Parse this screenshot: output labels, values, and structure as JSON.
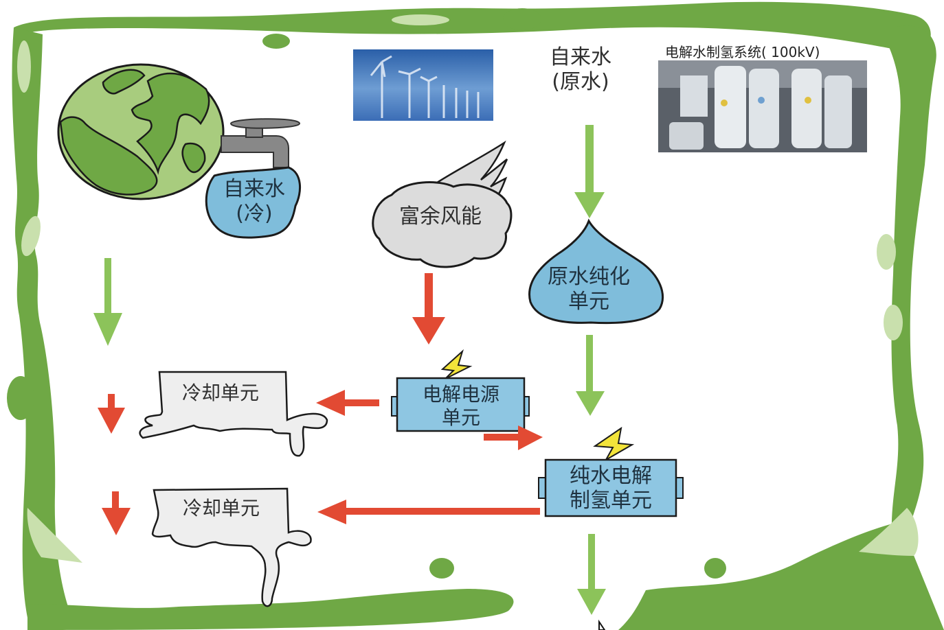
{
  "diagram": {
    "colors": {
      "frame_green": "#6fa845",
      "frame_highlight": "#c9e0ad",
      "flow_green": "#8cc35a",
      "flow_red": "#e24a33",
      "unit_blue": "#8ec6e2",
      "cloud_gray": "#dedede",
      "cooling_gray": "#eeeeee",
      "bolt_yellow": "#f3e43a"
    },
    "tap_water_source": {
      "line1": "自来水",
      "line2": "(冷)"
    },
    "wind_photo": {
      "alt": "wind-farm-photo"
    },
    "surplus_wind": {
      "label": "富余风能"
    },
    "raw_water": {
      "line1": "自来水",
      "line2": "(原水)"
    },
    "system_photo": {
      "title": "电解水制氢系统( 100kV)"
    },
    "purification": {
      "line1": "原水纯化",
      "line2": "单元"
    },
    "power_unit": {
      "line1": "电解电源",
      "line2": "单元"
    },
    "electrolysis_unit": {
      "line1": "纯水电解",
      "line2": "制氢单元"
    },
    "cooling_unit_1": {
      "label": "冷却单元"
    },
    "cooling_unit_2": {
      "label": "冷却单元"
    }
  }
}
